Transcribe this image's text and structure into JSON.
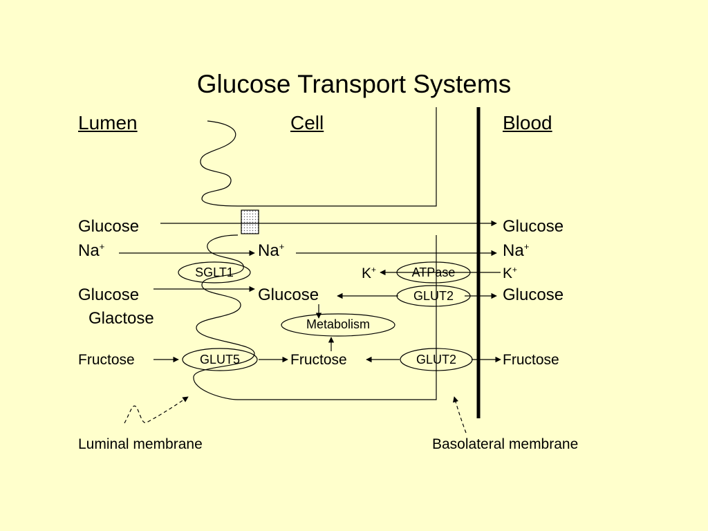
{
  "title": "Glucose Transport Systems",
  "headers": {
    "lumen": "Lumen",
    "cell": "Cell",
    "blood": "Blood"
  },
  "lumen_side": {
    "glucose_1": "Glucose",
    "na": "Na",
    "glucose_2": "Glucose",
    "galactose": "Glactose",
    "fructose": "Fructose"
  },
  "cell_side": {
    "na": "Na",
    "glucose": "Glucose",
    "metabolism": "Metabolism",
    "fructose": "Fructose",
    "k": "K"
  },
  "blood_side": {
    "glucose_1": "Glucose",
    "na": "Na",
    "k": "K",
    "glucose_2": "Glucose",
    "fructose": "Fructose"
  },
  "transporters": {
    "sglt1": "SGLT1",
    "atpase": "ATPase",
    "glut2_glucose": "GLUT2",
    "glut5": "GLUT5",
    "glut2_fructose": "GLUT2"
  },
  "ion_charge": "+",
  "footer": {
    "luminal": "Luminal membrane",
    "basolateral": "Basolateral membrane"
  },
  "colors": {
    "background": "#ffffcc",
    "ink": "#000000"
  }
}
